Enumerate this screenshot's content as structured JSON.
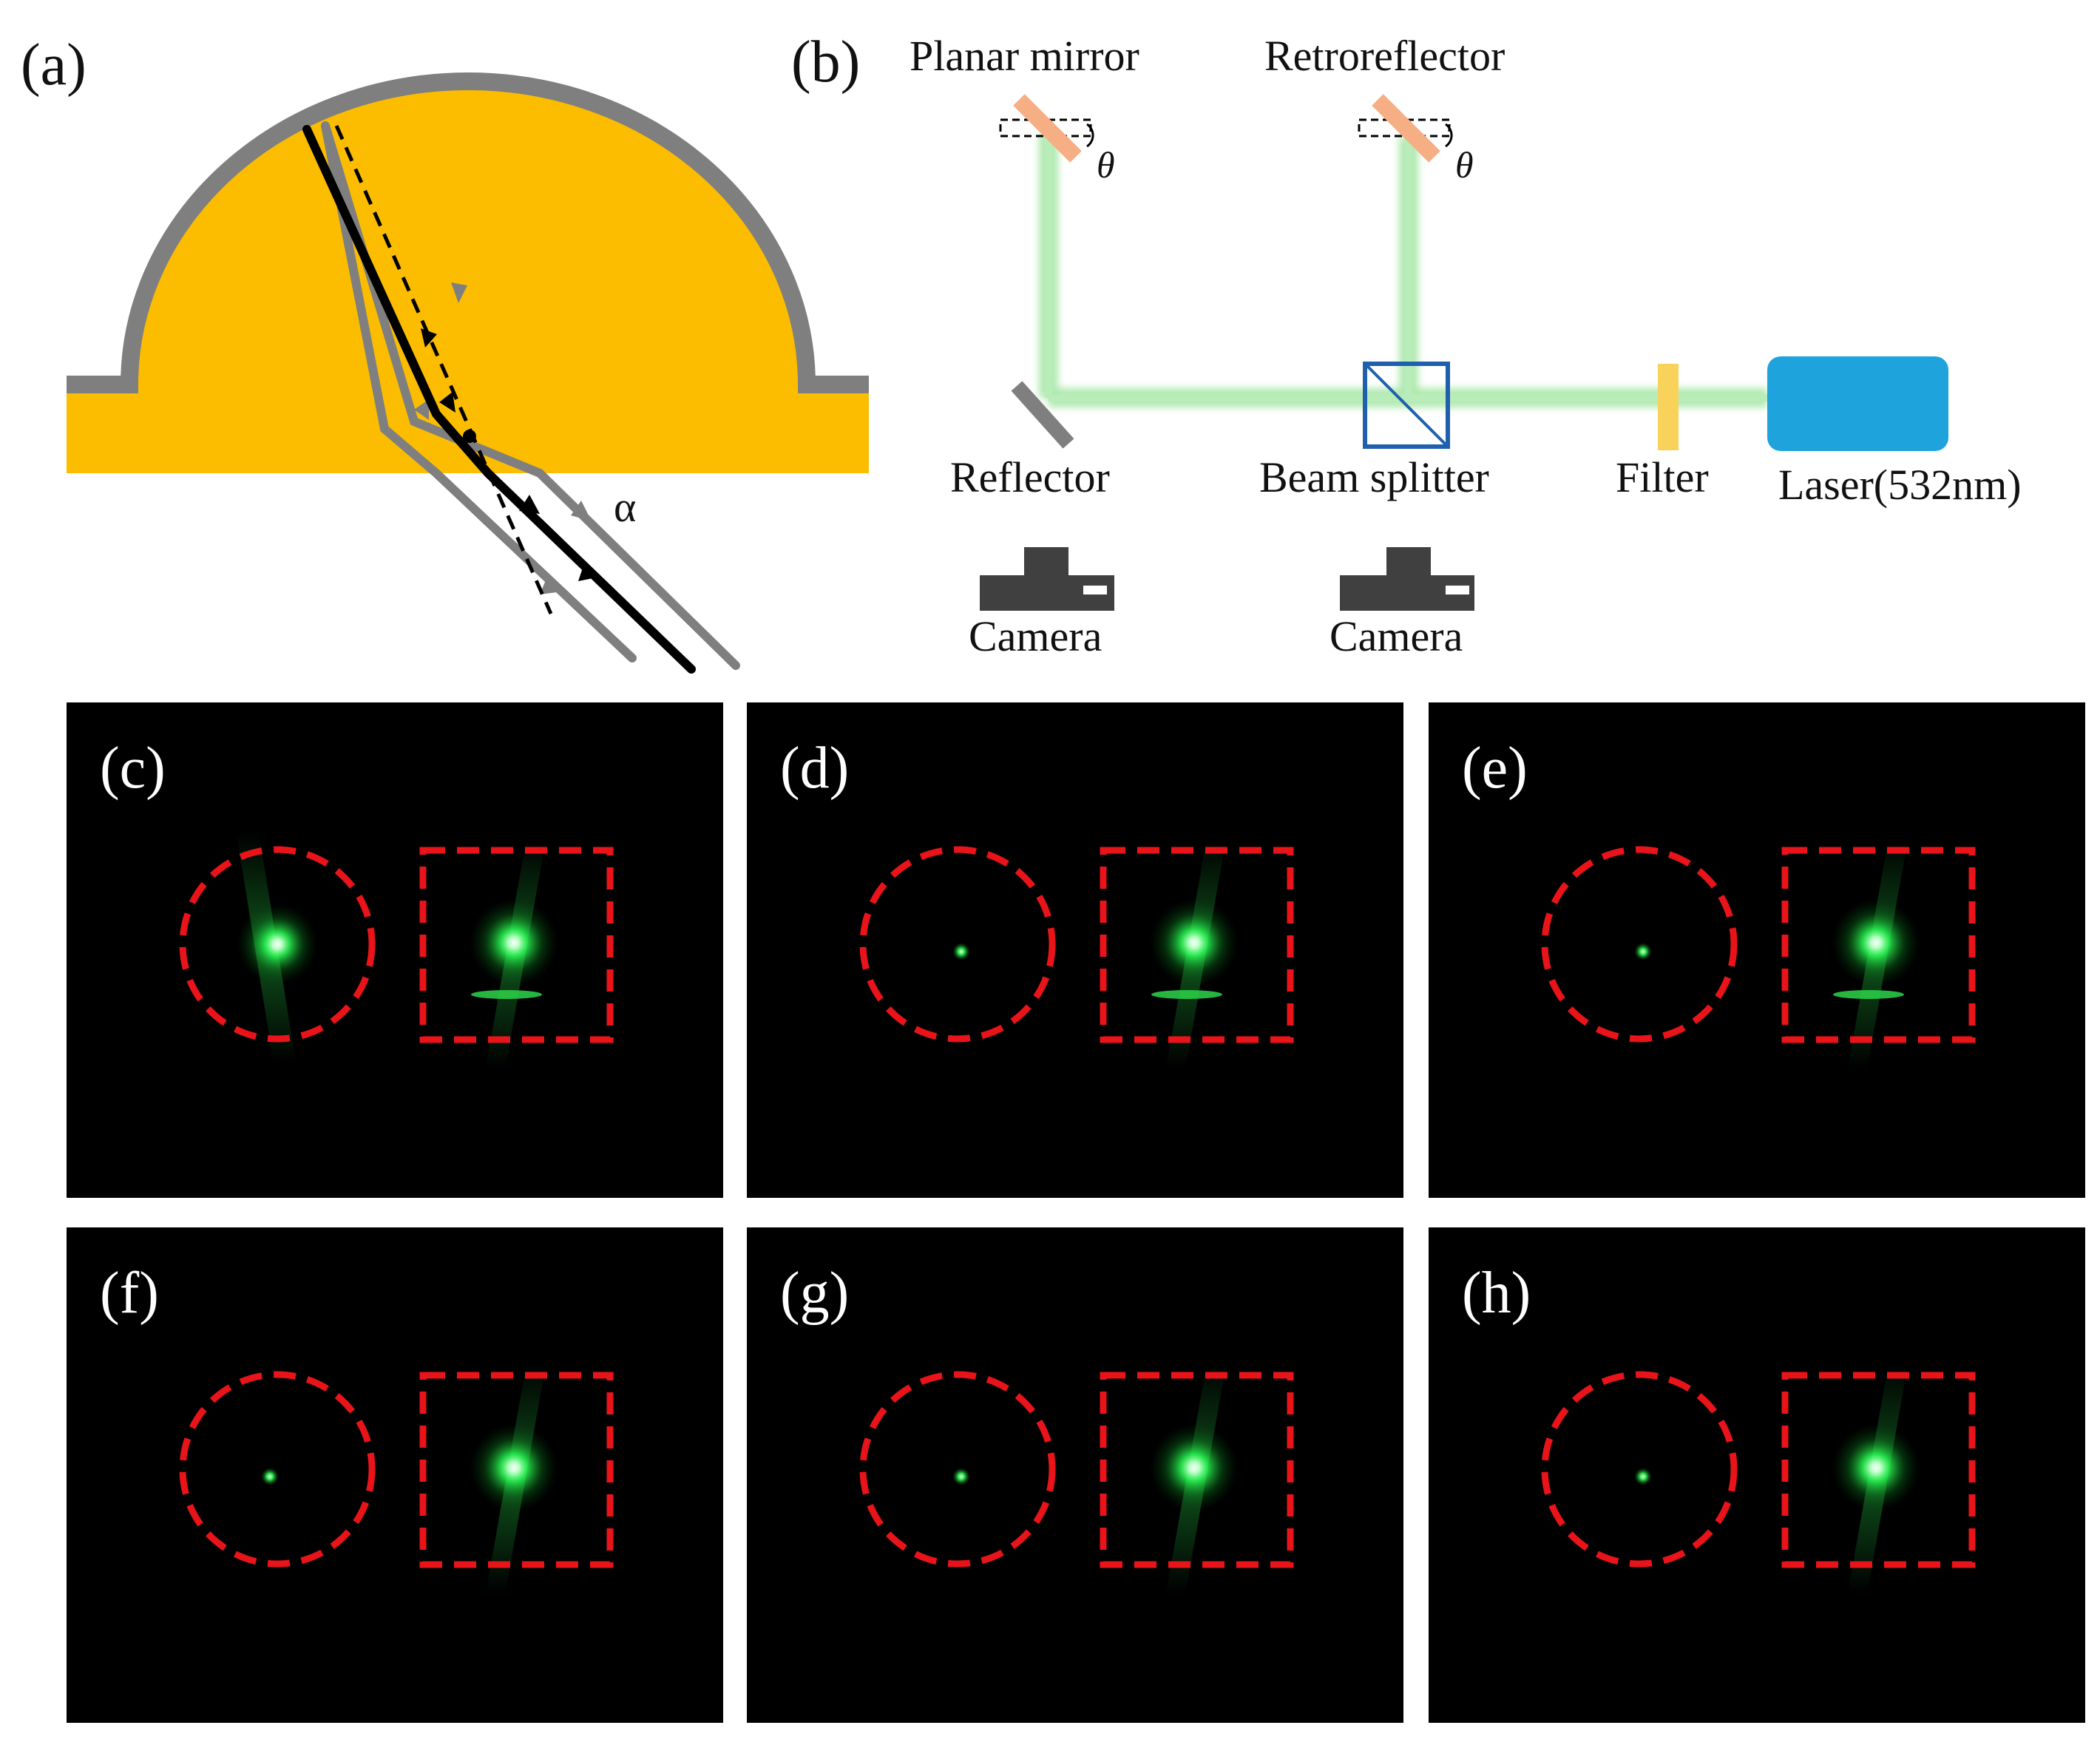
{
  "panel_a": {
    "label": "(a)",
    "alpha": "α"
  },
  "panel_b": {
    "label": "(b)",
    "planar_mirror": "Planar mirror",
    "retroreflector": "Retroreflector",
    "theta_1": "θ",
    "theta_2": "θ",
    "reflector": "Reflector",
    "beam_splitter": "Beam splitter",
    "filter": "Filter",
    "laser": "Laser(532nm)",
    "camera_1": "Camera",
    "camera_2": "Camera"
  },
  "colors": {
    "dome_fill": "#fcbd00",
    "dome_shell": "#7f7f7f",
    "beam_green": "#8ee08e",
    "mirror_orange": "#f6ae84",
    "splitter_blue": "#1f5fad",
    "filter_yellow": "#f8d25a",
    "laser_blue": "#1fa3dc",
    "camera_gray": "#404040",
    "marker_red": "#e8141a",
    "photo_bg": "#000000",
    "spot_green": "#39ff5a"
  },
  "photos": [
    {
      "label": "(c)",
      "left_spot": "bright",
      "right_spot": "bright"
    },
    {
      "label": "(d)",
      "left_spot": "small",
      "right_spot": "bright"
    },
    {
      "label": "(e)",
      "left_spot": "small",
      "right_spot": "bright"
    },
    {
      "label": "(f)",
      "left_spot": "small",
      "right_spot": "bright"
    },
    {
      "label": "(g)",
      "left_spot": "small",
      "right_spot": "bright"
    },
    {
      "label": "(h)",
      "left_spot": "small",
      "right_spot": "bright"
    }
  ]
}
